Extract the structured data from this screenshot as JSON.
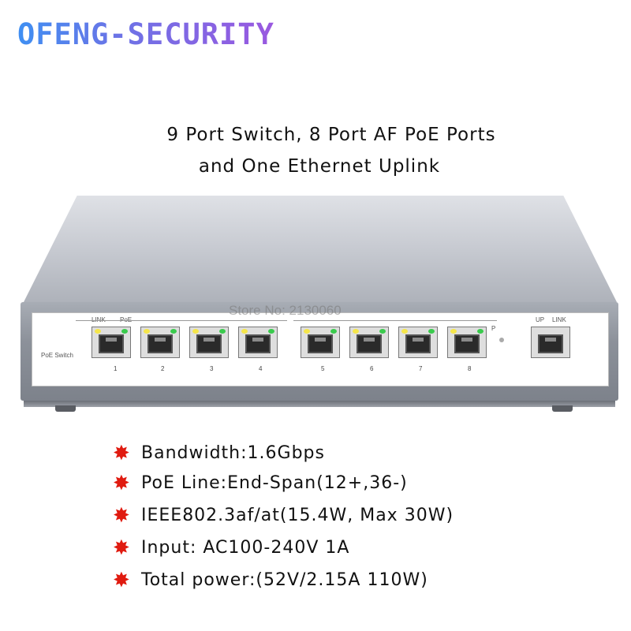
{
  "brand": "OFENG-SECURITY",
  "headline": {
    "line1": "9 Port Switch, 8 Port AF PoE Ports",
    "line2": "and One Ethernet Uplink"
  },
  "device": {
    "watermark": "Store No: 2130060",
    "panel_label": "PoE Switch",
    "link_label": "LINK",
    "poe_label": "PoE",
    "p_label": "P",
    "uplink_labels": [
      "UP",
      "LINK"
    ],
    "ports": [
      "1",
      "2",
      "3",
      "4",
      "5",
      "6",
      "7",
      "8"
    ]
  },
  "specs": [
    "Bandwidth:1.6Gbps",
    "PoE Line:End-Span(12+,36-)",
    "IEEE802.3af/at(15.4W, Max 30W)",
    "Input: AC100-240V 1A",
    "Total power:(52V/2.15A 110W)"
  ],
  "colors": {
    "star": "#e01b10",
    "brand_start": "#3f8ff2",
    "brand_end": "#9a58e0"
  }
}
